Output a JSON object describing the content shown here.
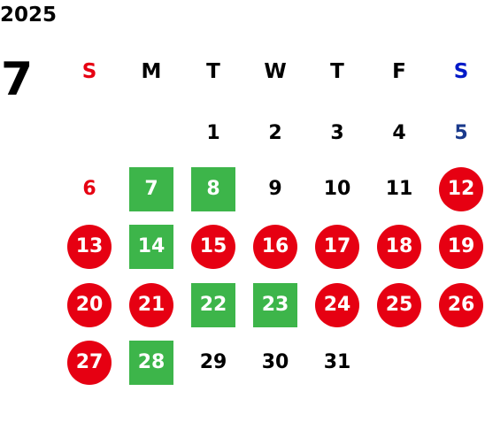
{
  "calendar": {
    "year": "2025",
    "month": "7",
    "weekdays": [
      {
        "label": "S",
        "color": "#e60012"
      },
      {
        "label": "M",
        "color": "#000000"
      },
      {
        "label": "T",
        "color": "#000000"
      },
      {
        "label": "W",
        "color": "#000000"
      },
      {
        "label": "T",
        "color": "#000000"
      },
      {
        "label": "F",
        "color": "#000000"
      },
      {
        "label": "S",
        "color": "#0019c8"
      }
    ],
    "colors": {
      "holiday_circle": "#e60012",
      "highlight_square": "#3db54a",
      "sunday_text": "#e60012",
      "saturday_text": "#1a3a8c",
      "default_text": "#000000"
    },
    "days": [
      {
        "label": "1",
        "style": "plain"
      },
      {
        "label": "2",
        "style": "plain"
      },
      {
        "label": "3",
        "style": "plain"
      },
      {
        "label": "4",
        "style": "plain"
      },
      {
        "label": "5",
        "style": "saturday"
      },
      {
        "label": "6",
        "style": "sunday"
      },
      {
        "label": "7",
        "style": "square"
      },
      {
        "label": "8",
        "style": "square"
      },
      {
        "label": "9",
        "style": "plain"
      },
      {
        "label": "10",
        "style": "plain"
      },
      {
        "label": "11",
        "style": "plain"
      },
      {
        "label": "12",
        "style": "circle"
      },
      {
        "label": "13",
        "style": "circle"
      },
      {
        "label": "14",
        "style": "square"
      },
      {
        "label": "15",
        "style": "circle"
      },
      {
        "label": "16",
        "style": "circle"
      },
      {
        "label": "17",
        "style": "circle"
      },
      {
        "label": "18",
        "style": "circle"
      },
      {
        "label": "19",
        "style": "circle"
      },
      {
        "label": "20",
        "style": "circle"
      },
      {
        "label": "21",
        "style": "circle"
      },
      {
        "label": "22",
        "style": "square"
      },
      {
        "label": "23",
        "style": "square"
      },
      {
        "label": "24",
        "style": "circle"
      },
      {
        "label": "25",
        "style": "circle"
      },
      {
        "label": "26",
        "style": "circle"
      },
      {
        "label": "27",
        "style": "circle"
      },
      {
        "label": "28",
        "style": "square"
      },
      {
        "label": "29",
        "style": "plain"
      },
      {
        "label": "30",
        "style": "plain"
      },
      {
        "label": "31",
        "style": "plain"
      }
    ]
  }
}
